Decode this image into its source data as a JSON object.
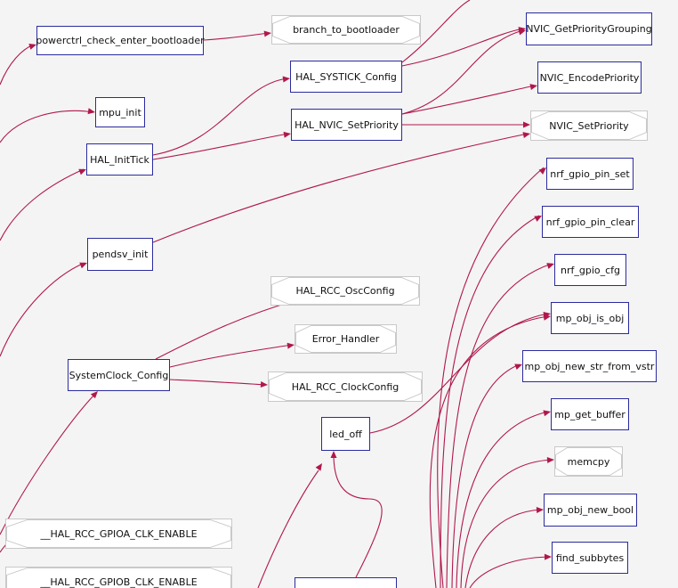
{
  "nodes": {
    "powerctrl": "powerctrl_check_enter_bootloader",
    "branch_to_bootloader": "branch_to_bootloader",
    "nvic_get_priority_grouping": "NVIC_GetPriorityGrouping",
    "hal_systick_config": "HAL_SYSTICK_Config",
    "nvic_encode_priority": "NVIC_EncodePriority",
    "mpu_init": "mpu_init",
    "hal_nvic_setpriority": "HAL_NVIC_SetPriority",
    "nvic_setpriority": "NVIC_SetPriority",
    "hal_inittick": "HAL_InitTick",
    "nrf_gpio_pin_set": "nrf_gpio_pin_set",
    "nrf_gpio_pin_clear": "nrf_gpio_pin_clear",
    "pendsv_init": "pendsv_init",
    "nrf_gpio_cfg": "nrf_gpio_cfg",
    "hal_rcc_oscconfig": "HAL_RCC_OscConfig",
    "mp_obj_is_obj": "mp_obj_is_obj",
    "error_handler": "Error_Handler",
    "systemclock_config": "SystemClock_Config",
    "mp_obj_new_str_from_vstr": "mp_obj_new_str_from_vstr",
    "hal_rcc_clockconfig": "HAL_RCC_ClockConfig",
    "mp_get_buffer": "mp_get_buffer",
    "led_off": "led_off",
    "memcpy": "memcpy",
    "mp_obj_new_bool": "mp_obj_new_bool",
    "gpioa_clk_enable": "__HAL_RCC_GPIOA_CLK_ENABLE",
    "find_subbytes": "find_subbytes",
    "gpiob_clk_enable": "__HAL_RCC_GPIOB_CLK_ENABLE"
  },
  "colors": {
    "edge": "#b0174a",
    "rect_border": "#2b2b9f",
    "oct_border": "#c9c9c9"
  }
}
